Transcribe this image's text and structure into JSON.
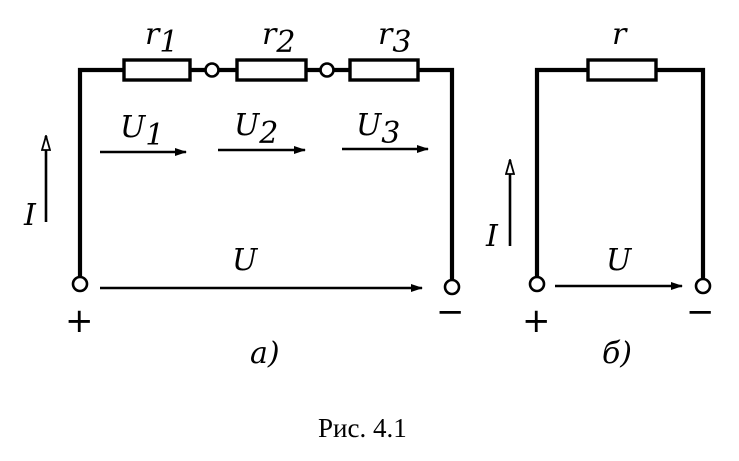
{
  "figure_a": {
    "resistors": [
      {
        "main": "r",
        "sub": "1"
      },
      {
        "main": "r",
        "sub": "2"
      },
      {
        "main": "r",
        "sub": "3"
      }
    ],
    "voltages": [
      {
        "main": "U",
        "sub": "1"
      },
      {
        "main": "U",
        "sub": "2"
      },
      {
        "main": "U",
        "sub": "3"
      }
    ],
    "total_voltage": "U",
    "current": "I",
    "plus": "+",
    "minus": "−",
    "label": "а)"
  },
  "figure_b": {
    "resistor": "r",
    "voltage": "U",
    "current": "I",
    "plus": "+",
    "minus": "−",
    "label": "б)"
  },
  "caption": "Рис. 4.1"
}
